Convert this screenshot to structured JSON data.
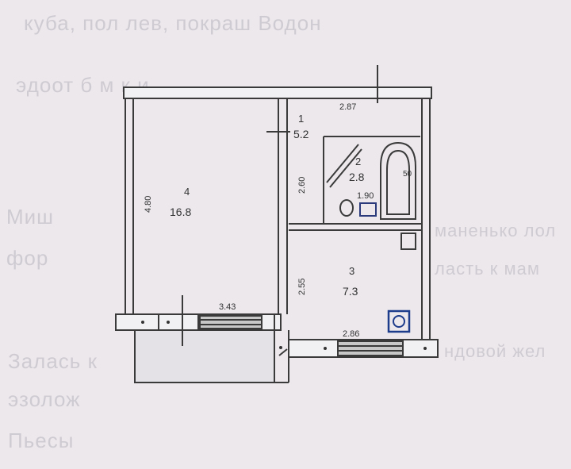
{
  "background_text": [
    "куба, пол лев, покраш Водон",
    "эдоот б  м  к и ",
    "Миш",
    "фор",
    "маненько лол",
    "ласть к мам",
    "ндовой жел",
    "Залась к",
    "эзолож",
    "Пьесы"
  ],
  "plan": {
    "rooms": [
      {
        "id": "room-4",
        "number": "4",
        "area": "16.8"
      },
      {
        "id": "room-1",
        "number": "1",
        "area": "5.2"
      },
      {
        "id": "room-2",
        "number": "2",
        "area": "2.8"
      },
      {
        "id": "room-3",
        "number": "3",
        "area": "7.3"
      }
    ],
    "dimensions": {
      "top_right_width": "2.87",
      "left_height": "4.80",
      "hall_height": "2.60",
      "bath_width": "1.90",
      "bath_fixture": "50",
      "kitchen_height": "2.55",
      "left_bottom_width": "3.43",
      "kitchen_bottom_width": "2.86"
    }
  }
}
